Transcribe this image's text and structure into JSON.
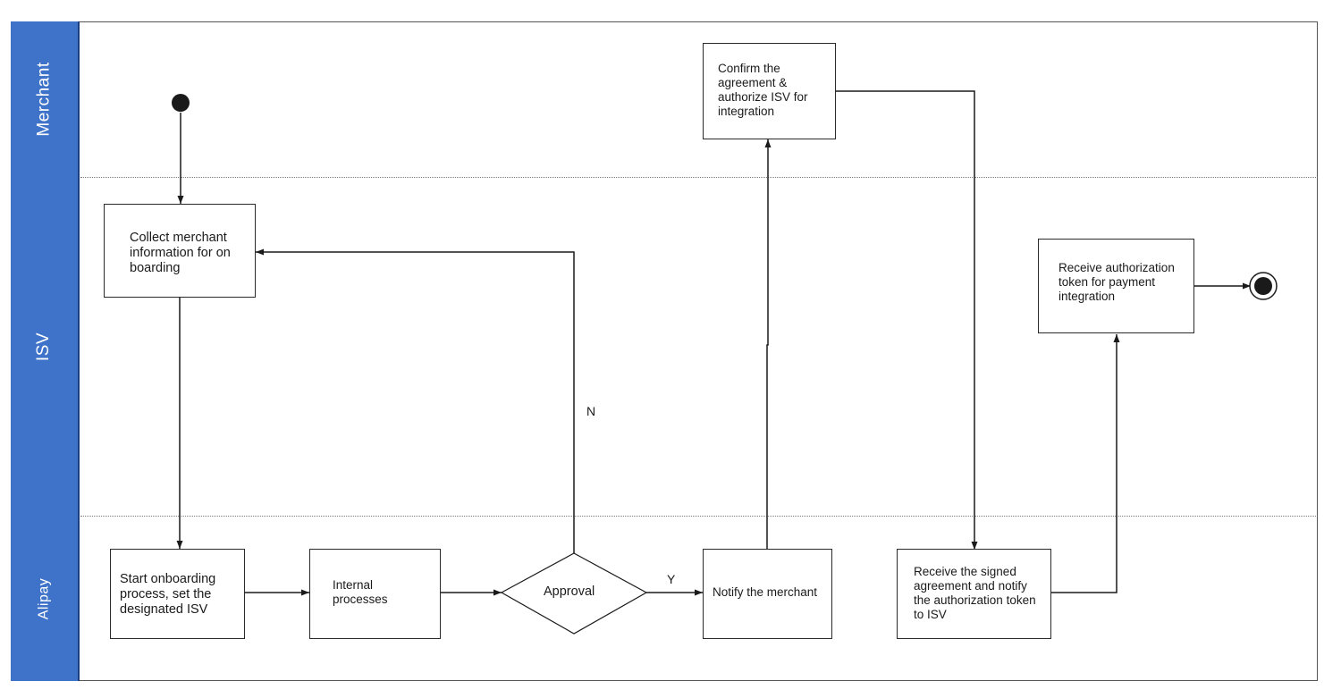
{
  "lanes": {
    "merchant": "Merchant",
    "isv": "ISV",
    "alipay": "Alipay"
  },
  "nodes": {
    "collect": "Collect merchant information for on boarding",
    "confirm": "Confirm the agreement & authorize ISV for integration",
    "receive_token": "Receive authorization token for payment integration",
    "start_onboarding": "Start onboarding process, set the designated ISV",
    "internal": "Internal processes",
    "approval": "Approval",
    "notify": "Notify the merchant",
    "receive_signed": "Receive the signed agreement and notify the authorization token to ISV"
  },
  "edge_labels": {
    "no": "N",
    "yes": "Y"
  },
  "colors": {
    "lane_header": "#3f73c9",
    "stroke": "#1a1a1a"
  }
}
